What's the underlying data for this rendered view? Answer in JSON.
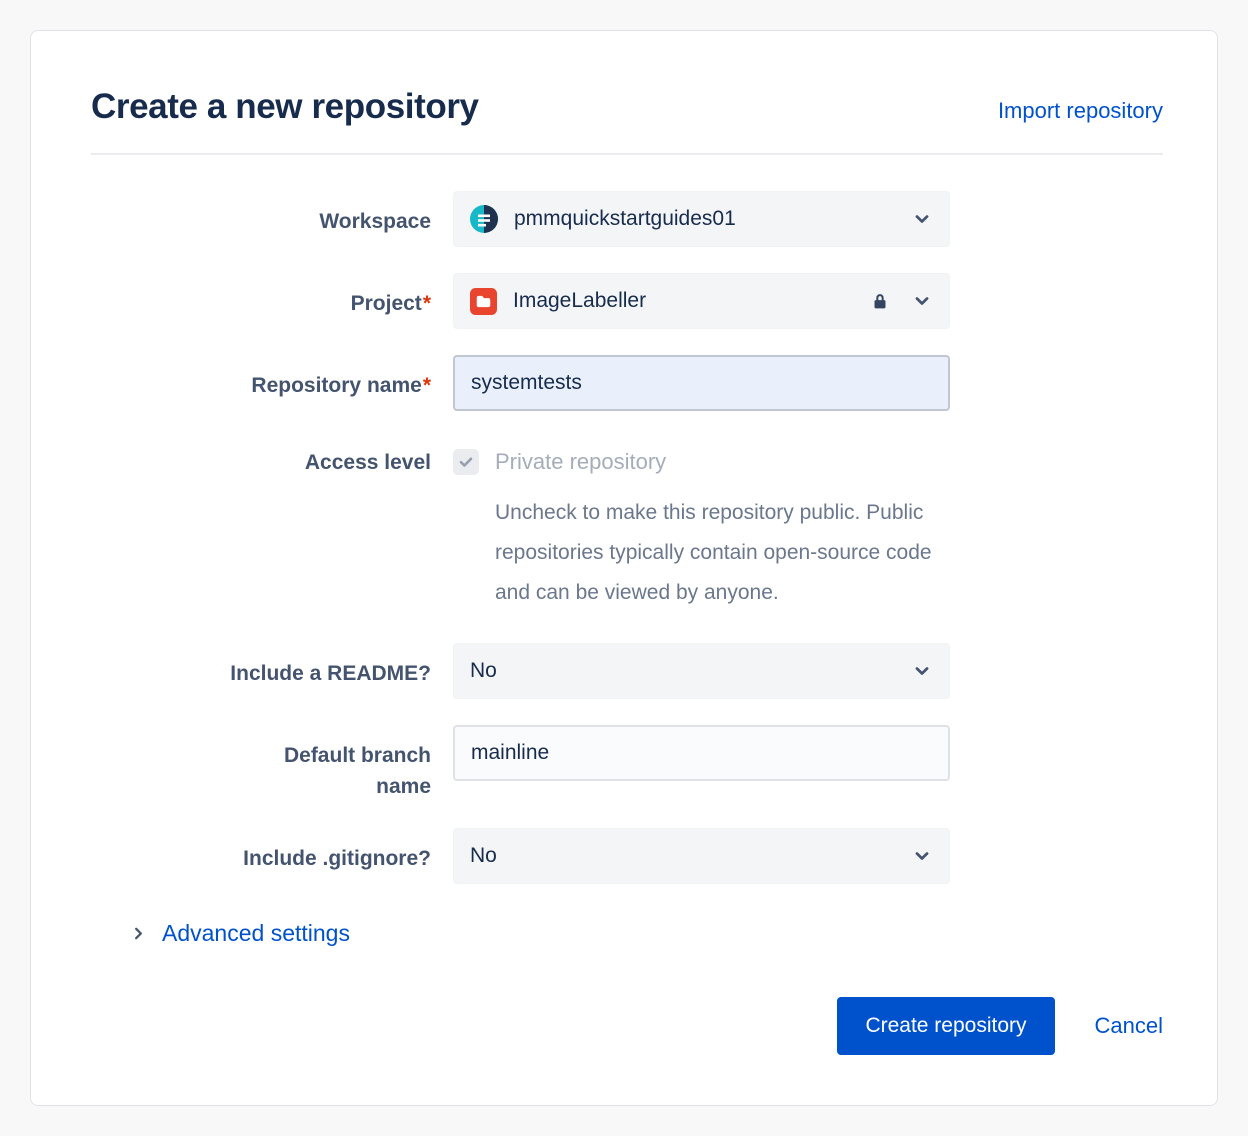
{
  "dialog": {
    "title": "Create a new repository",
    "import_link": "Import repository"
  },
  "form": {
    "workspace": {
      "label": "Workspace",
      "value": "pmmquickstartguides01",
      "icon": "workspace-avatar"
    },
    "project": {
      "label": "Project",
      "required_mark": "*",
      "value": "ImageLabeller",
      "icons": [
        "project-avatar",
        "lock",
        "chevron-down"
      ]
    },
    "repository_name": {
      "label": "Repository name",
      "required_mark": "*",
      "value": "systemtests"
    },
    "access_level": {
      "label": "Access level",
      "checkbox_checked": true,
      "checkbox_label": "Private repository",
      "help_text": "Uncheck to make this repository public. Public repositories typically contain open-source code and can be viewed by anyone."
    },
    "readme": {
      "label": "Include a README?",
      "value": "No"
    },
    "default_branch": {
      "label": "Default branch name",
      "value": "mainline"
    },
    "gitignore": {
      "label": "Include .gitignore?",
      "value": "No"
    },
    "advanced_settings": {
      "label": "Advanced settings",
      "icon": "chevron-right"
    }
  },
  "actions": {
    "create": "Create repository",
    "cancel": "Cancel"
  },
  "colors": {
    "primary": "#0052cc",
    "title": "#172b4d",
    "required": "#de350b",
    "project_avatar_red": "#e8442e",
    "workspace_avatar_teal": "#17b8c8"
  }
}
